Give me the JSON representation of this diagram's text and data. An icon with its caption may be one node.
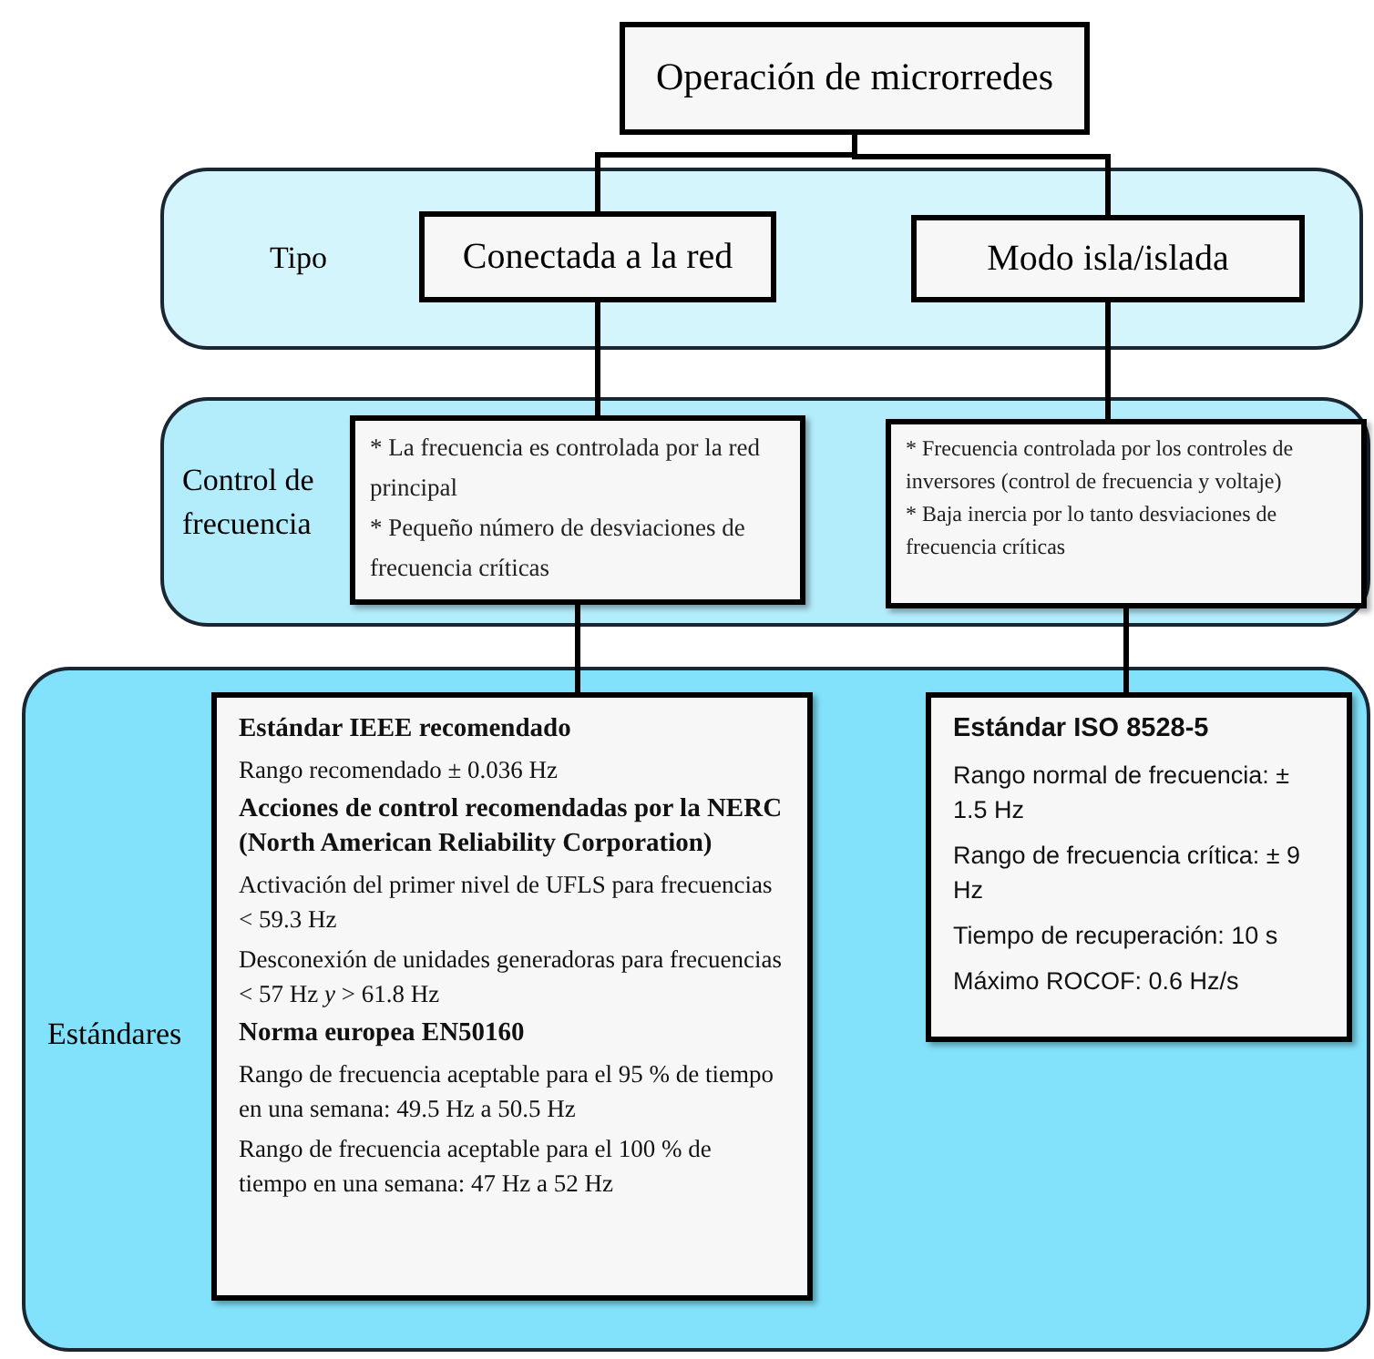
{
  "diagram": {
    "nodes": [
      {
        "text": [
          "Operación de microrredes"
        ]
      },
      {
        "text": [
          "Tipo"
        ]
      },
      {
        "text": [
          "Conectada a la red"
        ],
        "in": 1
      },
      {
        "text": [
          "Modo isla/islada"
        ],
        "in": 1
      },
      {
        "text": [
          "Control de frecuencia"
        ]
      },
      {
        "text": [
          "* La frecuencia es controlada por la red principal",
          "* Pequeño número de desviaciones de frecuencia críticas"
        ],
        "in": 4
      },
      {
        "text": [
          "* Frecuencia controlada por los controles de inversores (control de frecuencia y voltaje)",
          "* Baja inercia por lo tanto desviaciones de frecuencia críticas"
        ],
        "in": 4
      },
      {
        "text": [
          "Estándares"
        ]
      },
      {
        "text": [
          "Estándar IEEE recomendado",
          "Rango recomendado ± 0.036 Hz",
          "Acciones de control recomendadas por la NERC (North American Reliability Corporation)",
          "Activación del primer nivel de UFLS para frecuencias < 59.3 Hz",
          "Desconexión de unidades generadoras para frecuencias < 57 Hz *y* > 61.8 Hz",
          "Norma europea EN50160",
          "Rango de frecuencia aceptable para el 95 % de tiempo en una semana: 49.5 Hz a 50.5 Hz",
          "Rango de frecuencia aceptable para el 100 % de tiempo en una semana: 47 Hz a 52 Hz"
        ],
        "in": 7
      },
      {
        "text": [
          "Estándar ISO 8528-5",
          "Rango normal de frecuencia: ± 1.5 Hz",
          "Rango de frecuencia crítica: ± 9 Hz",
          "Tiempo de recuperación: 10 s",
          "Máximo ROCOF: 0.6 Hz/s"
        ],
        "in": 7
      }
    ],
    "edges": [
      {
        "from": 0,
        "to": 2,
        "arrow": "none"
      },
      {
        "from": 0,
        "to": 3,
        "arrow": "none"
      },
      {
        "from": 2,
        "to": 5,
        "arrow": "none"
      },
      {
        "from": 3,
        "to": 6,
        "arrow": "none"
      },
      {
        "from": 5,
        "to": 8,
        "arrow": "none"
      },
      {
        "from": 6,
        "to": 9,
        "arrow": "none"
      }
    ]
  }
}
